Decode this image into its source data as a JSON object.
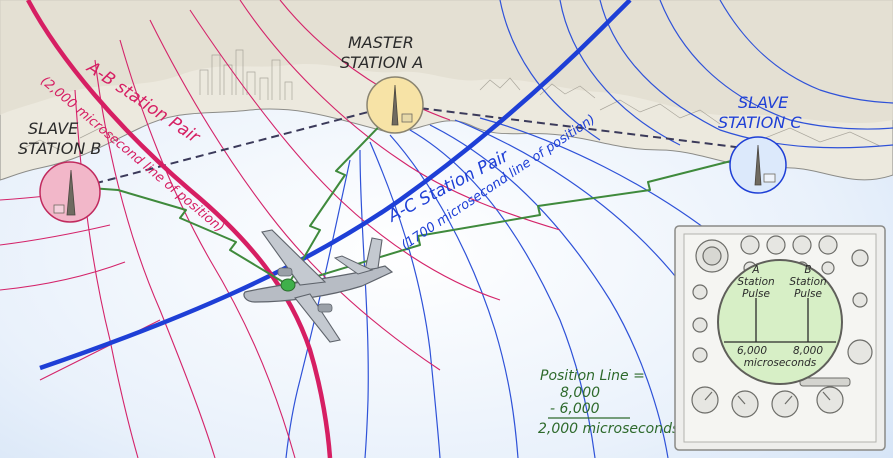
{
  "stations": {
    "master": {
      "line1": "MASTER",
      "line2": "STATION A"
    },
    "slave_b": {
      "line1": "SLAVE",
      "line2": "STATION B"
    },
    "slave_c": {
      "line1": "SLAVE",
      "line2": "STATION C"
    }
  },
  "pairs": {
    "ab": {
      "title": "A-B station Pair",
      "subtitle": "(2,000 microsecond line of position)"
    },
    "ac": {
      "title": "A-C Station Pair",
      "subtitle": "(1700 microsecond line of position)"
    }
  },
  "scope": {
    "pulse_a_line1": "A",
    "pulse_a_line2": "Station",
    "pulse_a_line3": "Pulse",
    "pulse_b_line1": "B",
    "pulse_b_line2": "Station",
    "pulse_b_line3": "Pulse",
    "value_a": "6,000",
    "value_b": "8,000",
    "unit": "microseconds"
  },
  "calculation": {
    "heading": "Position Line =",
    "first": "8,000",
    "second": "- 6,000",
    "result": "2,000 microseconds"
  },
  "colors": {
    "ab_pair": "#d61f63",
    "ac_pair": "#1e3fd6",
    "signal": "#3f8a3c",
    "master_circle": "#f7e3a6",
    "slave_b_circle": "#f2b7c9",
    "slave_c_circle": "#dce9fb"
  }
}
